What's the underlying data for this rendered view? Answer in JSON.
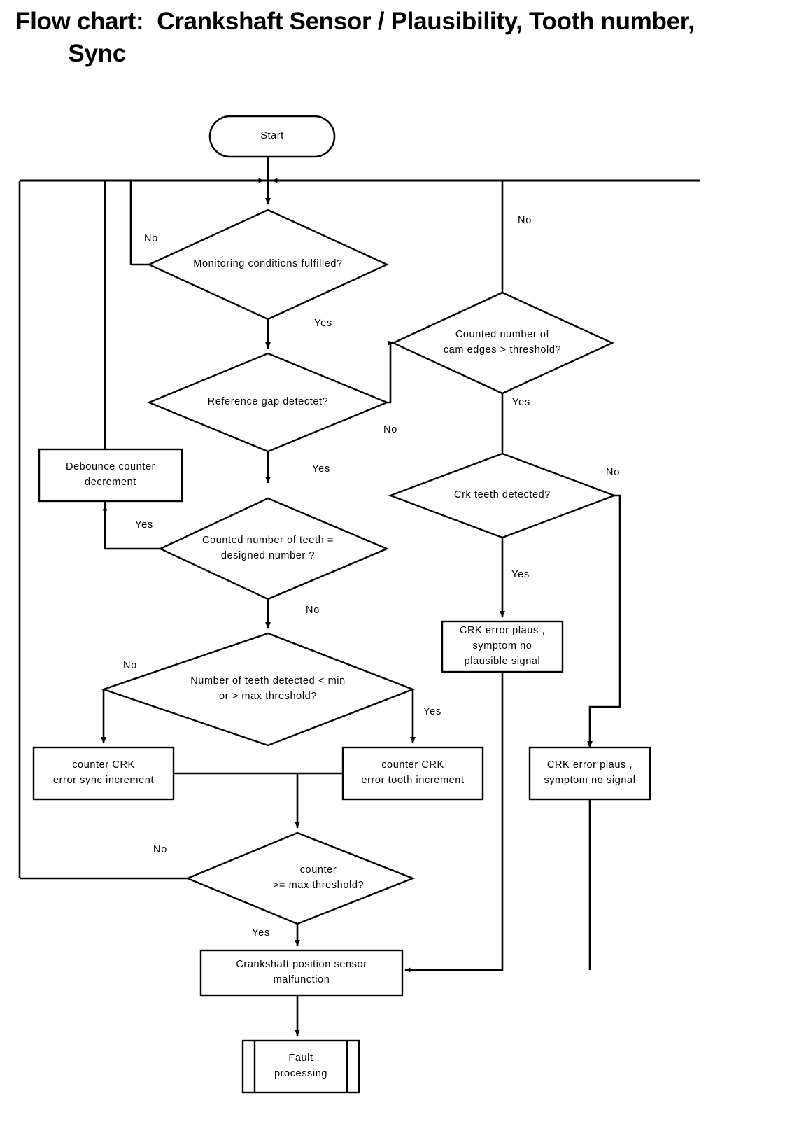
{
  "title": "Flow chart:  Crankshaft Sensor / Plausibility, Tooth number,\n        Sync",
  "diagram": {
    "type": "flowchart",
    "nodes": [
      {
        "id": "start",
        "shape": "terminator",
        "label": "Start"
      },
      {
        "id": "mon_cond",
        "shape": "decision",
        "label": "Monitoring conditions  fulfilled?"
      },
      {
        "id": "ref_gap",
        "shape": "decision",
        "label": "Reference gap detectet?"
      },
      {
        "id": "debounce",
        "shape": "process",
        "label": "Debounce counter\ndecrement"
      },
      {
        "id": "teeth_eq",
        "shape": "decision",
        "label": "Counted number of teeth  =\ndesigned number ?"
      },
      {
        "id": "teeth_minmax",
        "shape": "decision",
        "label": "Number of teeth detected  < min\nor > max threshold?"
      },
      {
        "id": "cnt_sync",
        "shape": "process",
        "label": "counter CRK\nerror sync increment"
      },
      {
        "id": "cnt_tooth",
        "shape": "process",
        "label": "counter CRK\nerror tooth increment"
      },
      {
        "id": "cam_edges",
        "shape": "decision",
        "label": "Counted number of\ncam edges > threshold?"
      },
      {
        "id": "crk_teeth",
        "shape": "decision",
        "label": "Crk teeth detected?"
      },
      {
        "id": "err_plaus_nps",
        "shape": "process",
        "label": "CRK error plaus ,\nsymptom no\nplausible signal"
      },
      {
        "id": "err_plaus_ns",
        "shape": "process",
        "label": "CRK error plaus ,\nsymptom no signal"
      },
      {
        "id": "cnt_max",
        "shape": "decision",
        "label": "counter\n>= max threshold?"
      },
      {
        "id": "malfunction",
        "shape": "process",
        "label": "Crankshaft position sensor\nmalfunction"
      },
      {
        "id": "fault_proc",
        "shape": "predefined-process",
        "label": "Fault\nprocessing"
      }
    ],
    "edge_labels": {
      "mon_cond_no": "No",
      "mon_cond_yes": "Yes",
      "ref_gap_yes": "Yes",
      "ref_gap_no": "No",
      "teeth_eq_yes": "Yes",
      "teeth_eq_no": "No",
      "teeth_minmax_no": "No",
      "teeth_minmax_yes": "Yes",
      "cam_edges_no": "No",
      "cam_edges_yes": "Yes",
      "crk_teeth_no": "No",
      "crk_teeth_yes": "Yes",
      "cnt_max_no": "No",
      "cnt_max_yes": "Yes"
    },
    "stroke_color": "#000000",
    "fill_color": "#ffffff"
  }
}
